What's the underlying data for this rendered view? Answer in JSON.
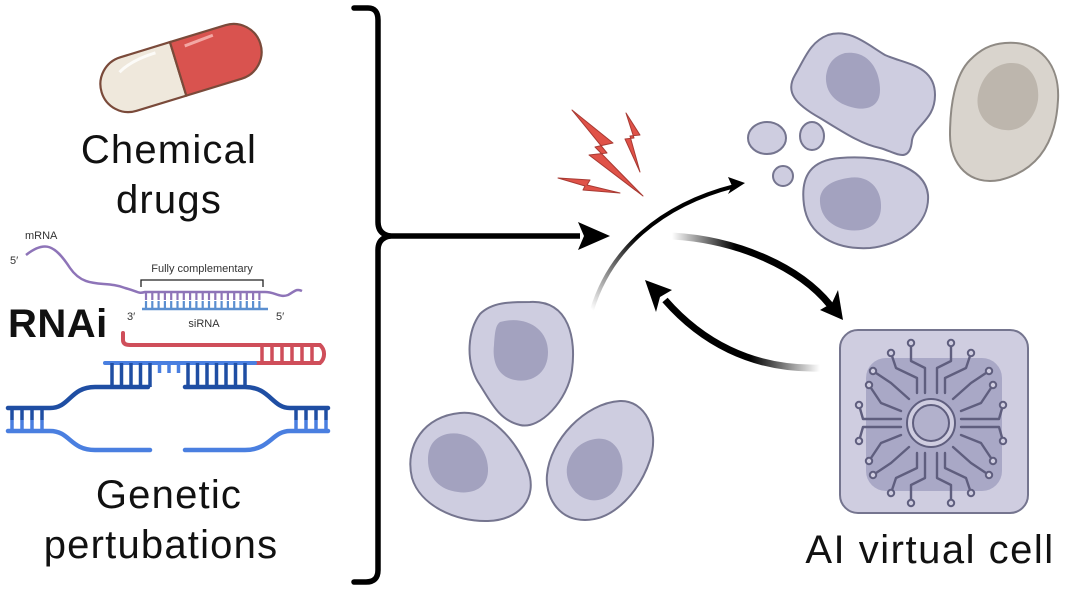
{
  "labels": {
    "chemical_line1": "Chemical",
    "chemical_line2": "drugs",
    "rnai": "RNAi",
    "mrna": "mRNA",
    "five_prime_mrna": "5′",
    "fully_complementary": "Fully complementary",
    "three_prime": "3′",
    "sirna": "siRNA",
    "five_prime_sirna": "5′",
    "genetic_line1": "Genetic",
    "genetic_line2": "pertubations",
    "ai_virtual_cell": "AI virtual cell"
  },
  "icons": {
    "pill": "capsule-pill-icon",
    "rna": "rnai-strand-icon",
    "crispr": "dna-editing-icon",
    "lightning": "lightning-bolt-icon",
    "chip": "circuit-chip-icon"
  },
  "colors": {
    "pill_red": "#d9534f",
    "pill_cream": "#efe8dc",
    "mrna_purple": "#8e74b8",
    "sirna_blue": "#5b8fd0",
    "guide_red": "#cf4e5a",
    "dna_dark_blue": "#1f4ea3",
    "dna_light_blue": "#4a7fe0",
    "cell_fill": "#cecde0",
    "nucleus_fill": "#a3a2bf",
    "dead_cell_fill": "#d9d4cd",
    "lightning_red": "#e05248",
    "chip_fill": "#cfcde0",
    "chip_inner": "#a9a8c6"
  }
}
